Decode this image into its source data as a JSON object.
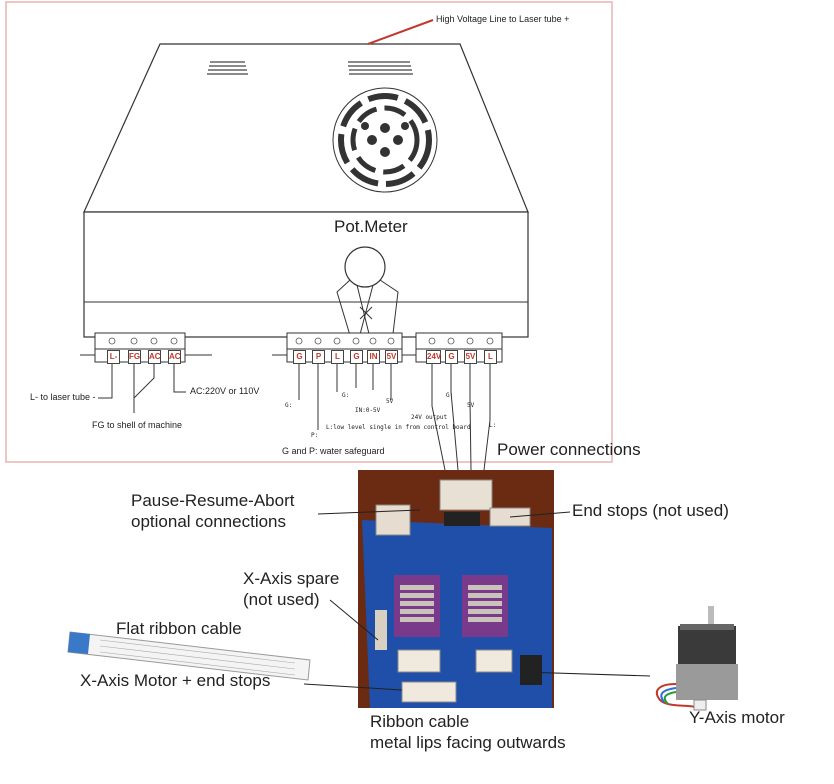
{
  "labels": {
    "hv_line": "High Voltage Line to Laser tube +",
    "pot_meter": "Pot.Meter",
    "l_minus": "L- to laser tube -",
    "fg_shell": "FG to shell of machine",
    "ac_input": "AC:220V or 110V",
    "g_p_safeguard": "G and P: water safeguard",
    "g_left": "G:",
    "p_label": "P:",
    "g_mid": "G:",
    "l_low": "L:low level single in from control board",
    "in_range": "IN:0-5V",
    "five_v": "5V",
    "out_24v": "24V output",
    "g_right": "G:",
    "five_v_right": "5V",
    "l_right": "L:",
    "power_connections": "Power connections",
    "pause_resume_abort": "Pause-Resume-Abort\noptional connections",
    "end_stops": "End stops (not used)",
    "x_axis_spare": "X-Axis spare\n(not used)",
    "flat_ribbon": "Flat ribbon cable",
    "x_axis_motor": "X-Axis Motor + end stops",
    "ribbon_cable": "Ribbon cable\nmetal lips facing outwards",
    "y_axis_motor": "Y-Axis motor"
  },
  "terminals": {
    "left": [
      "L-",
      "FG",
      "AC",
      "AC"
    ],
    "middle": [
      "G",
      "P",
      "L",
      "G",
      "IN",
      "5V"
    ],
    "right": [
      "24V",
      "G",
      "5V",
      "L"
    ]
  },
  "colors": {
    "accent_line": "#c0392b",
    "pin_text": "#c0392b",
    "frame": "#e8b4b4",
    "pcb": "#1f4fa8"
  }
}
